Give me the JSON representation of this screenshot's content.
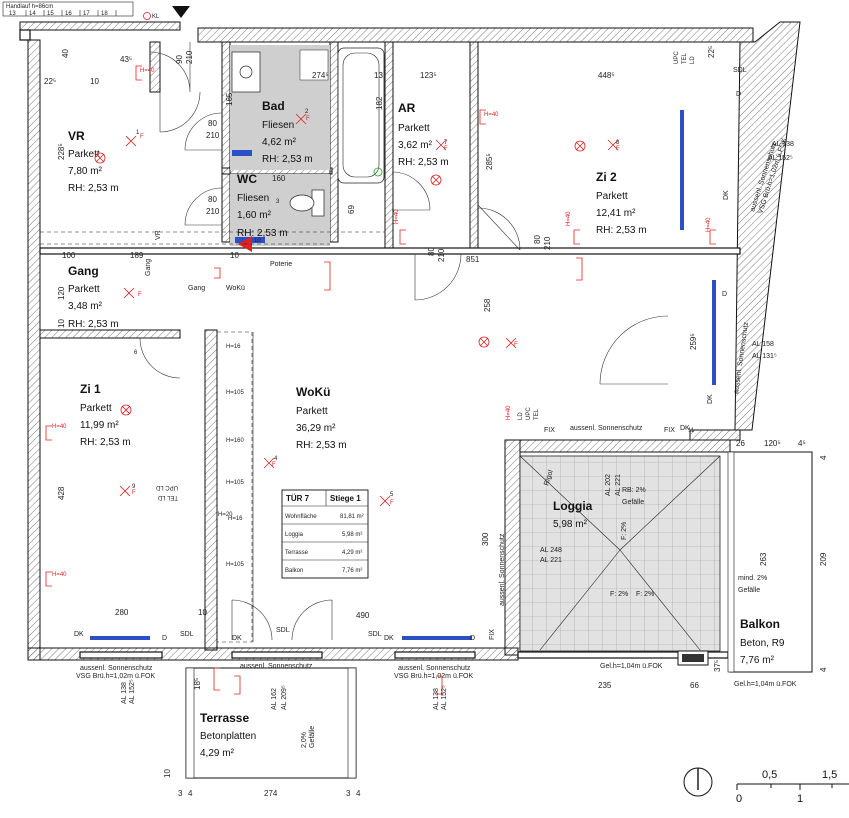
{
  "rooms": {
    "vr": {
      "name": "VR",
      "floor": "Parkett",
      "area": "7,80 m²",
      "rh": "RH: 2,53 m"
    },
    "bad": {
      "name": "Bad",
      "floor": "Fliesen",
      "area": "4,62 m²",
      "rh": "RH: 2,53 m"
    },
    "ar": {
      "name": "AR",
      "floor": "Parkett",
      "area": "3,62 m²",
      "rh": "RH: 2,53 m"
    },
    "wc": {
      "name": "WC",
      "floor": "Fliesen",
      "area": "1,60 m²",
      "rh": "RH: 2,53 m"
    },
    "zi2": {
      "name": "Zi 2",
      "floor": "Parkett",
      "area": "12,41 m²",
      "rh": "RH: 2,53 m"
    },
    "gang": {
      "name": "Gang",
      "floor": "Parkett",
      "area": "3,48 m²",
      "rh": "RH: 2,53 m"
    },
    "zi1": {
      "name": "Zi 1",
      "floor": "Parkett",
      "area": "11,99 m²",
      "rh": "RH: 2,53 m"
    },
    "wokue": {
      "name": "WoKü",
      "floor": "Parkett",
      "area": "36,29 m²",
      "rh": "RH: 2,53 m"
    },
    "loggia": {
      "name": "Loggia",
      "area": "5,98 m²"
    },
    "balkon": {
      "name": "Balkon",
      "floor": "Beton, R9",
      "area": "7,76 m²"
    },
    "terrasse": {
      "name": "Terrasse",
      "floor": "Betonplatten",
      "area": "4,29 m²"
    }
  },
  "unit_table": {
    "door_label": "TÜR 7",
    "stair_label": "Stiege 1",
    "rows": [
      {
        "label": "Wohnfläche",
        "value": "81,81 m²"
      },
      {
        "label": "Loggia",
        "value": "5,98 m²"
      },
      {
        "label": "Terrasse",
        "value": "4,29 m²"
      },
      {
        "label": "Balkon",
        "value": "7,76 m²"
      }
    ]
  },
  "header": {
    "handlauf": "Handlauf h=86cm",
    "steps": [
      "13",
      "14",
      "15",
      "16",
      "17",
      "18"
    ]
  },
  "dims": {
    "d_43a": "43⁵",
    "d_22a": "22⁵",
    "d_10a": "10",
    "d_40a": "40",
    "d_90": "90",
    "d_210a": "210",
    "d_2745": "274⁵",
    "d_13": "13",
    "d_1235": "123⁵",
    "d_4485": "448⁵",
    "d_22b": "22⁵",
    "d_2285": "228⁵",
    "d_80a": "80",
    "d_210b": "210",
    "d_182": "182",
    "d_2855": "285⁵",
    "d_165": "165",
    "d_80b": "80",
    "d_210c": "210",
    "d_160": "160",
    "d_69": "69",
    "d_100": "100",
    "d_189": "189",
    "d_10b": "10",
    "d_851": "851",
    "d_80c": "80",
    "d_210d": "210",
    "d_80d": "80",
    "d_210e": "210",
    "d_120": "120",
    "d_10c": "10",
    "d_258": "258",
    "d_2595": "259⁵",
    "d_428": "428",
    "d_300": "300",
    "d_263": "263",
    "d_209": "209",
    "d_280": "280",
    "d_10d": "10",
    "d_490": "490",
    "d_235": "235",
    "d_66": "66",
    "d_26": "26",
    "d_1205": "120⁵",
    "d_45": "4⁵",
    "d_4a": "4",
    "d_4b": "4",
    "d_274": "274",
    "d_3b": "3",
    "d_4c": "4",
    "d_3c": "3",
    "d_4d": "4",
    "d_10e": "10",
    "d_185": "18⁵",
    "d_37": "37⁵"
  },
  "labels": {
    "gang_v": "Gang",
    "vr_v": "VR",
    "poterie": "Poterie",
    "gang_wokue": "Gang",
    "wokue_l": "WoKü",
    "sdl_1": "SDL",
    "sdl_2": "SDL",
    "sdl_3": "SDL",
    "sdl_4": "SDL",
    "dk_1": "DK",
    "dk_2": "DK",
    "dk_3": "DK",
    "dk_4": "DK",
    "dk_5": "DK",
    "dk_6": "DK",
    "d_1": "D",
    "d_2": "D",
    "d_3": "D",
    "d_4": "D",
    "fix_1": "FIX",
    "fix_2": "FIX",
    "fix_3": "FIX",
    "sonnen_1": "aussenl. Sonnenschutz",
    "sonnen_2": "aussenl. Sonnenschutz",
    "sonnen_3": "aussenl. Sonnenschutz",
    "sonnen_4": "aussenl. Sonnenschutz",
    "sonnen_5": "aussenl. Sonnenschutz",
    "sonnen_6": "aussenl. Sonnenschutz",
    "sonnen_7": "aussenl. Sonnenschutz",
    "vsg_1": "VSG Brü.h=1,02m ü.FOK",
    "vsg_2": "VSG Brü.h=1,02m ü.FOK",
    "vsg_3": "VSG Brü.h=1,02m ü.FOK",
    "al_1": "AL 138",
    "al_1b": "AL 152⁵",
    "al_2": "AL 158",
    "al_2b": "AL 131⁵",
    "al_3": "AL 138",
    "al_3b": "AL 152⁵",
    "al_4": "AL 162",
    "al_4b": "AL 209⁵",
    "al_5": "AL 138",
    "al_5b": "AL 152⁵",
    "al_6": "AL 248",
    "al_6b": "AL 221",
    "al_7": "AL 202",
    "al_7b": "AL 221",
    "rb": "RB: 2%",
    "gefaelle_1": "Gefälle",
    "f2_1": "F: 2%",
    "f2_2": "F: 2%",
    "f2_3": "F: 2%",
    "mind": "mind. 2%",
    "gefaelle_2": "Gefälle",
    "gefaelle_3": "Gefälle",
    "pct_2": "2,0%",
    "gel_1": "Gel.h=1,04m ü.FOK",
    "gel_2": "Gel.h=1,04m ü.FOK",
    "rigol": "Rigol",
    "h40_1": "H=40",
    "h40_2": "H=40",
    "h40_3": "H=40",
    "h40_4": "H=40",
    "h40_5": "H=40",
    "h40_6": "H=40",
    "h40_7": "H=40",
    "h40_8": "H=40",
    "h16": "H=16",
    "h105_1": "H=105",
    "h105_2": "H=105",
    "h105_3": "H=105",
    "h160": "H=160",
    "h20": "H=20",
    "h16b": "H=16",
    "upc_1": "UPC",
    "tel_1": "TEL",
    "ld_1": "LD",
    "upc_2": "UPC",
    "tel_2": "TEL",
    "ld_2": "LD",
    "upc_3": "UPC LD",
    "tel_3": "TEL LD",
    "f1": "F",
    "f2": "F",
    "f3": "F",
    "f4": "F",
    "f5": "F",
    "f6": "F",
    "f7": "F",
    "f8": "F",
    "f9": "F",
    "kl": "KL",
    "num_1": "1",
    "num_2": "2",
    "num_3": "3",
    "num_4": "4",
    "num_5": "5",
    "num_6": "6",
    "num_7": "7",
    "num_8": "8",
    "num_9": "9",
    "num_10": "10",
    "num_11": "11"
  },
  "scale": {
    "tick_0": "0",
    "tick_05": "0,5",
    "tick_1": "1",
    "tick_15": "1,5"
  }
}
